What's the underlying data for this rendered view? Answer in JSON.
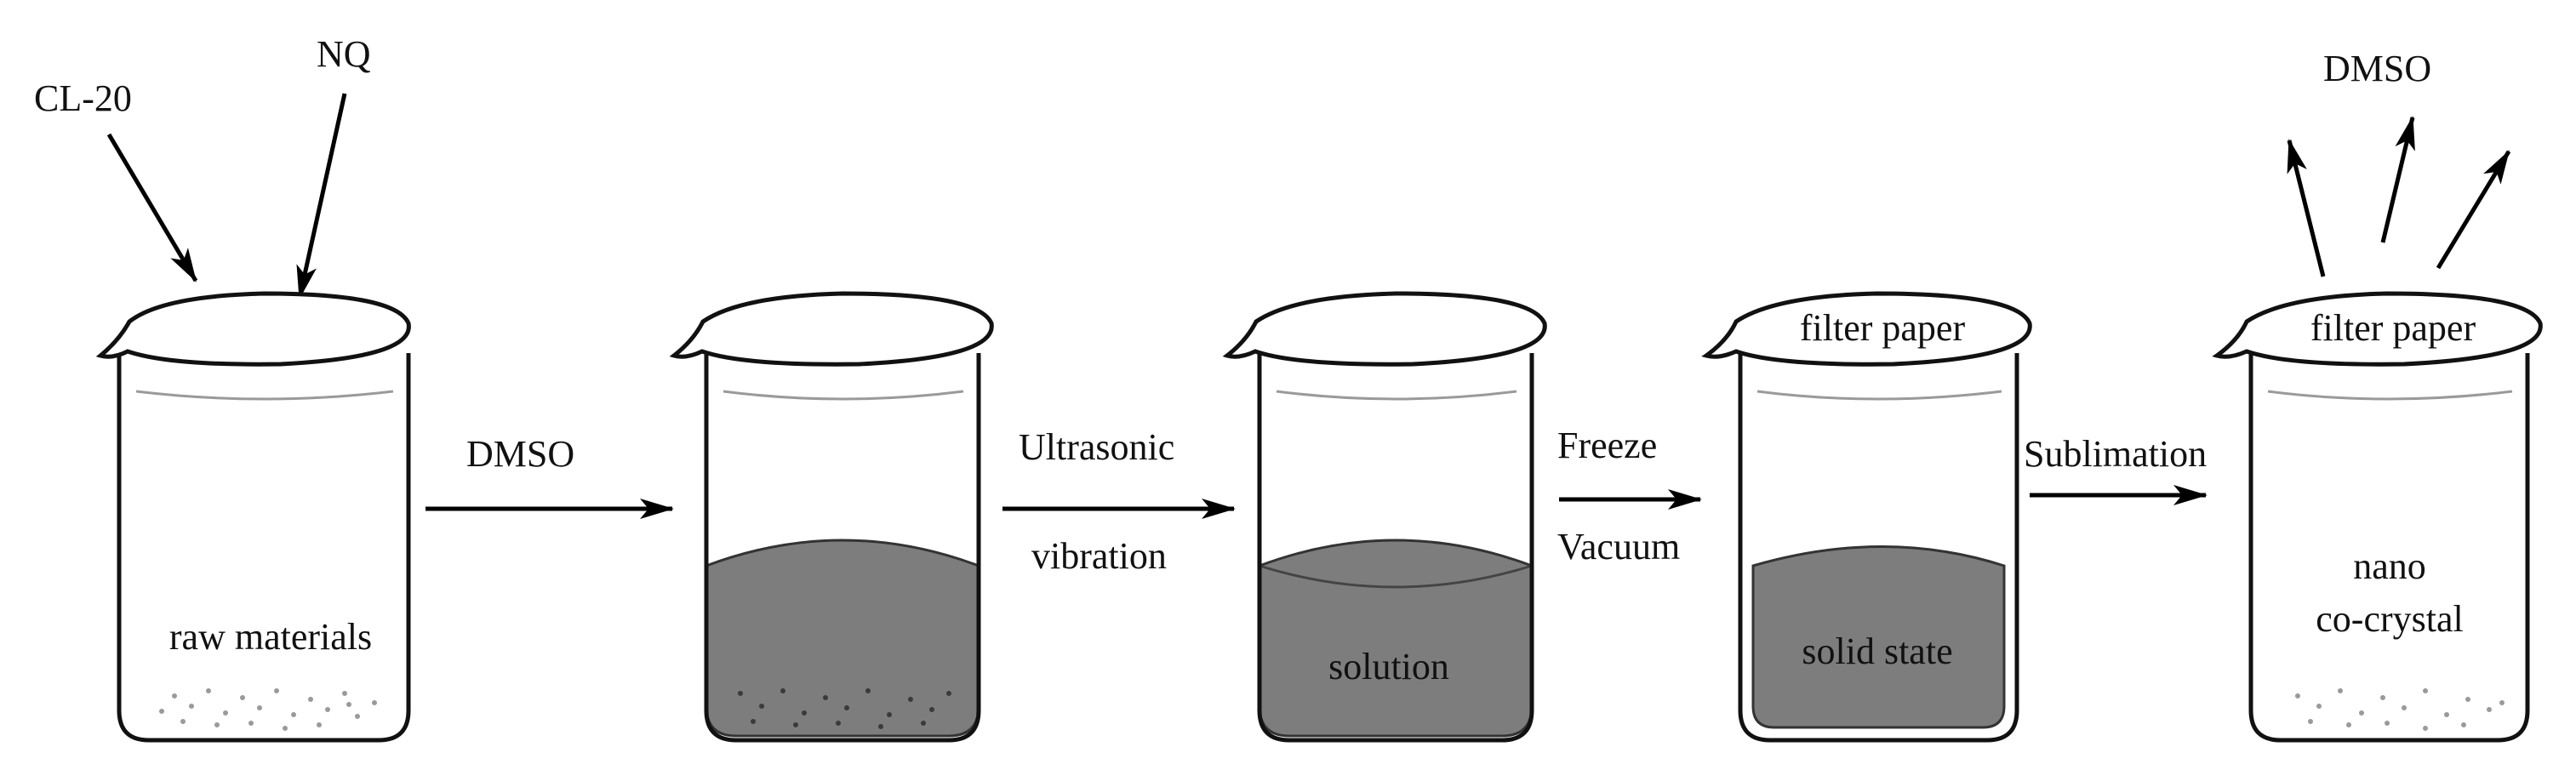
{
  "inputs": {
    "cl20": "CL-20",
    "nq": "NQ"
  },
  "beakers": [
    {
      "content_label": "raw materials"
    },
    {
      "content_label": ""
    },
    {
      "content_label": "solution"
    },
    {
      "content_label": "solid state",
      "rim_label": "filter paper"
    },
    {
      "content_label_line1": "nano",
      "content_label_line2": "co-crystal",
      "rim_label": "filter paper"
    }
  ],
  "steps": [
    {
      "line1": "DMSO"
    },
    {
      "line1": "Ultrasonic",
      "line2": "vibration"
    },
    {
      "line1": "Freeze",
      "line2": "Vacuum"
    },
    {
      "line1": "Sublimation"
    }
  ],
  "output": {
    "vapor_label": "DMSO"
  }
}
